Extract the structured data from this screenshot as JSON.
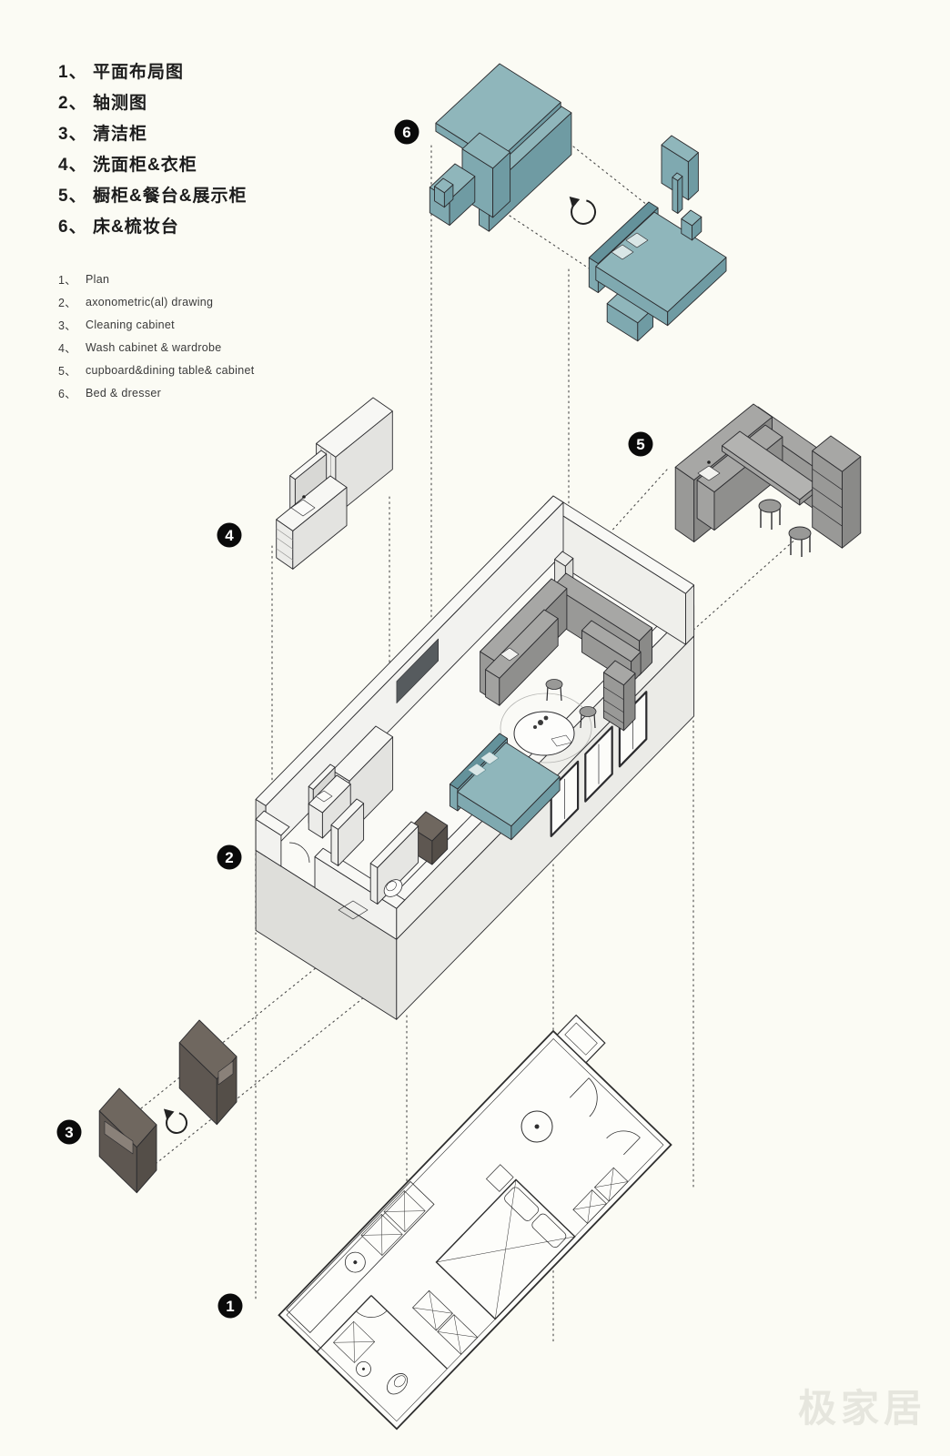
{
  "page": {
    "watermark": "极家居"
  },
  "colors": {
    "background": "#FBFBF4",
    "line": "#2b2b2e",
    "guide": "#4a4a4a",
    "teal_top": "#8FB6BB",
    "teal_right": "#6F9BA3",
    "teal_left": "#7FA9B0",
    "teal_dark": "#64929B",
    "teal_pale": "#D9E6E6",
    "gray_top": "#A7A7A5",
    "gray_right": "#8A8A88",
    "gray_left": "#999997",
    "gray_dark": "#7E7E7C",
    "white_top": "#F7F7F4",
    "white_right": "#E3E3E0",
    "white_left": "#ECECE9",
    "brown_top": "#6F675F",
    "brown_right": "#544E48",
    "brown_left": "#5E5751",
    "brown_inset": "#8A8179",
    "slab_top": "#FAFAF6",
    "slab_se": "#EBEBE7",
    "slab_sw": "#DEDEDA",
    "wall_face": "#F2F2EF",
    "wall_face2": "#EFEFEB",
    "wall_cap": "#E3E3DF",
    "window_dark": "#565B5E",
    "plan_fill": "#FDFDFA"
  },
  "legend_cn": {
    "items": [
      {
        "num": "1、",
        "label": "平面布局图"
      },
      {
        "num": "2、",
        "label": "轴测图"
      },
      {
        "num": "3、",
        "label": "清洁柜"
      },
      {
        "num": "4、",
        "label": "洗面柜&衣柜"
      },
      {
        "num": "5、",
        "label": "橱柜&餐台&展示柜"
      },
      {
        "num": "6、",
        "label": "床&梳妆台"
      }
    ]
  },
  "legend_en": {
    "items": [
      {
        "num": "1、",
        "label": "Plan"
      },
      {
        "num": "2、",
        "label": "axonometric(al) drawing"
      },
      {
        "num": "3、",
        "label": "Cleaning cabinet"
      },
      {
        "num": "4、",
        "label": "Wash cabinet & wardrobe"
      },
      {
        "num": "5、",
        "label": "cupboard&dining table& cabinet"
      },
      {
        "num": "6、",
        "label": "Bed & dresser"
      }
    ]
  },
  "badges": {
    "b1": "1",
    "b2": "2",
    "b3": "3",
    "b4": "4",
    "b5": "5",
    "b6": "6"
  }
}
